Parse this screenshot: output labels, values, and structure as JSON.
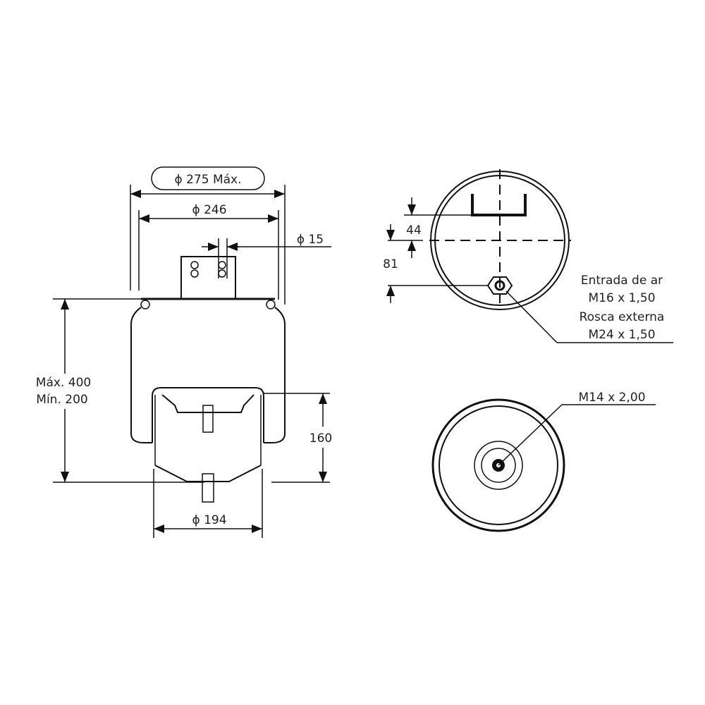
{
  "side_view": {
    "max_diameter": "ϕ 275 Máx.",
    "diameter_246": "ϕ 246",
    "diameter_15": "ϕ 15",
    "height_max": "Máx. 400",
    "height_min": "Mín. 200",
    "piston_height": "160",
    "piston_diameter": "ϕ 194"
  },
  "top_view": {
    "dim_44": "44",
    "dim_81": "81",
    "air_inlet": [
      "Entrada de ar",
      "M16 x 1,50",
      "Rosca externa",
      "M24 x 1,50"
    ]
  },
  "bottom_view": {
    "thread": "M14 x 2,00"
  }
}
